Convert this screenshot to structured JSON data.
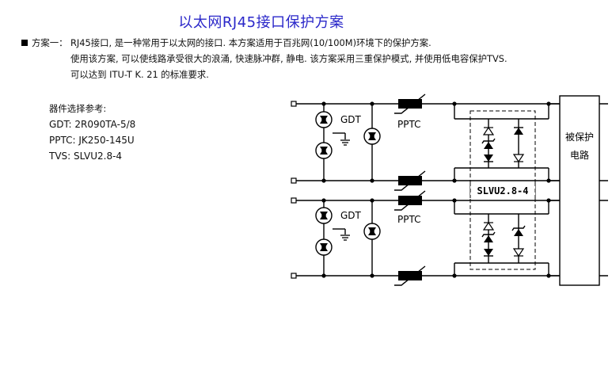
{
  "title": "以太网RJ45接口保护方案",
  "scheme": {
    "label": "方案一：",
    "lines": [
      "RJ45接口, 是一种常用于以太网的接口. 本方案适用于百兆网(10/100M)环境下的保护方案.",
      "使用该方案, 可以使线路承受很大的浪涌, 快速脉冲群, 静电. 该方案采用三重保护模式, 并使用低电容保护TVS.",
      "可以达到 ITU-T K. 21 的标准要求."
    ]
  },
  "parts": {
    "heading": "器件选择参考:",
    "items": [
      "GDT: 2R090TA-5/8",
      "PPTC: JK250-145U",
      "TVS: SLVU2.8-4"
    ]
  },
  "diagram": {
    "gdt_label": "GDT",
    "pptc_label": "PPTC",
    "tvs_label": "SLVU2.8-4",
    "protected_label_line1": "被保护",
    "protected_label_line2": "电路"
  },
  "colors": {
    "title": "#2a27c9",
    "line": "#000000"
  }
}
